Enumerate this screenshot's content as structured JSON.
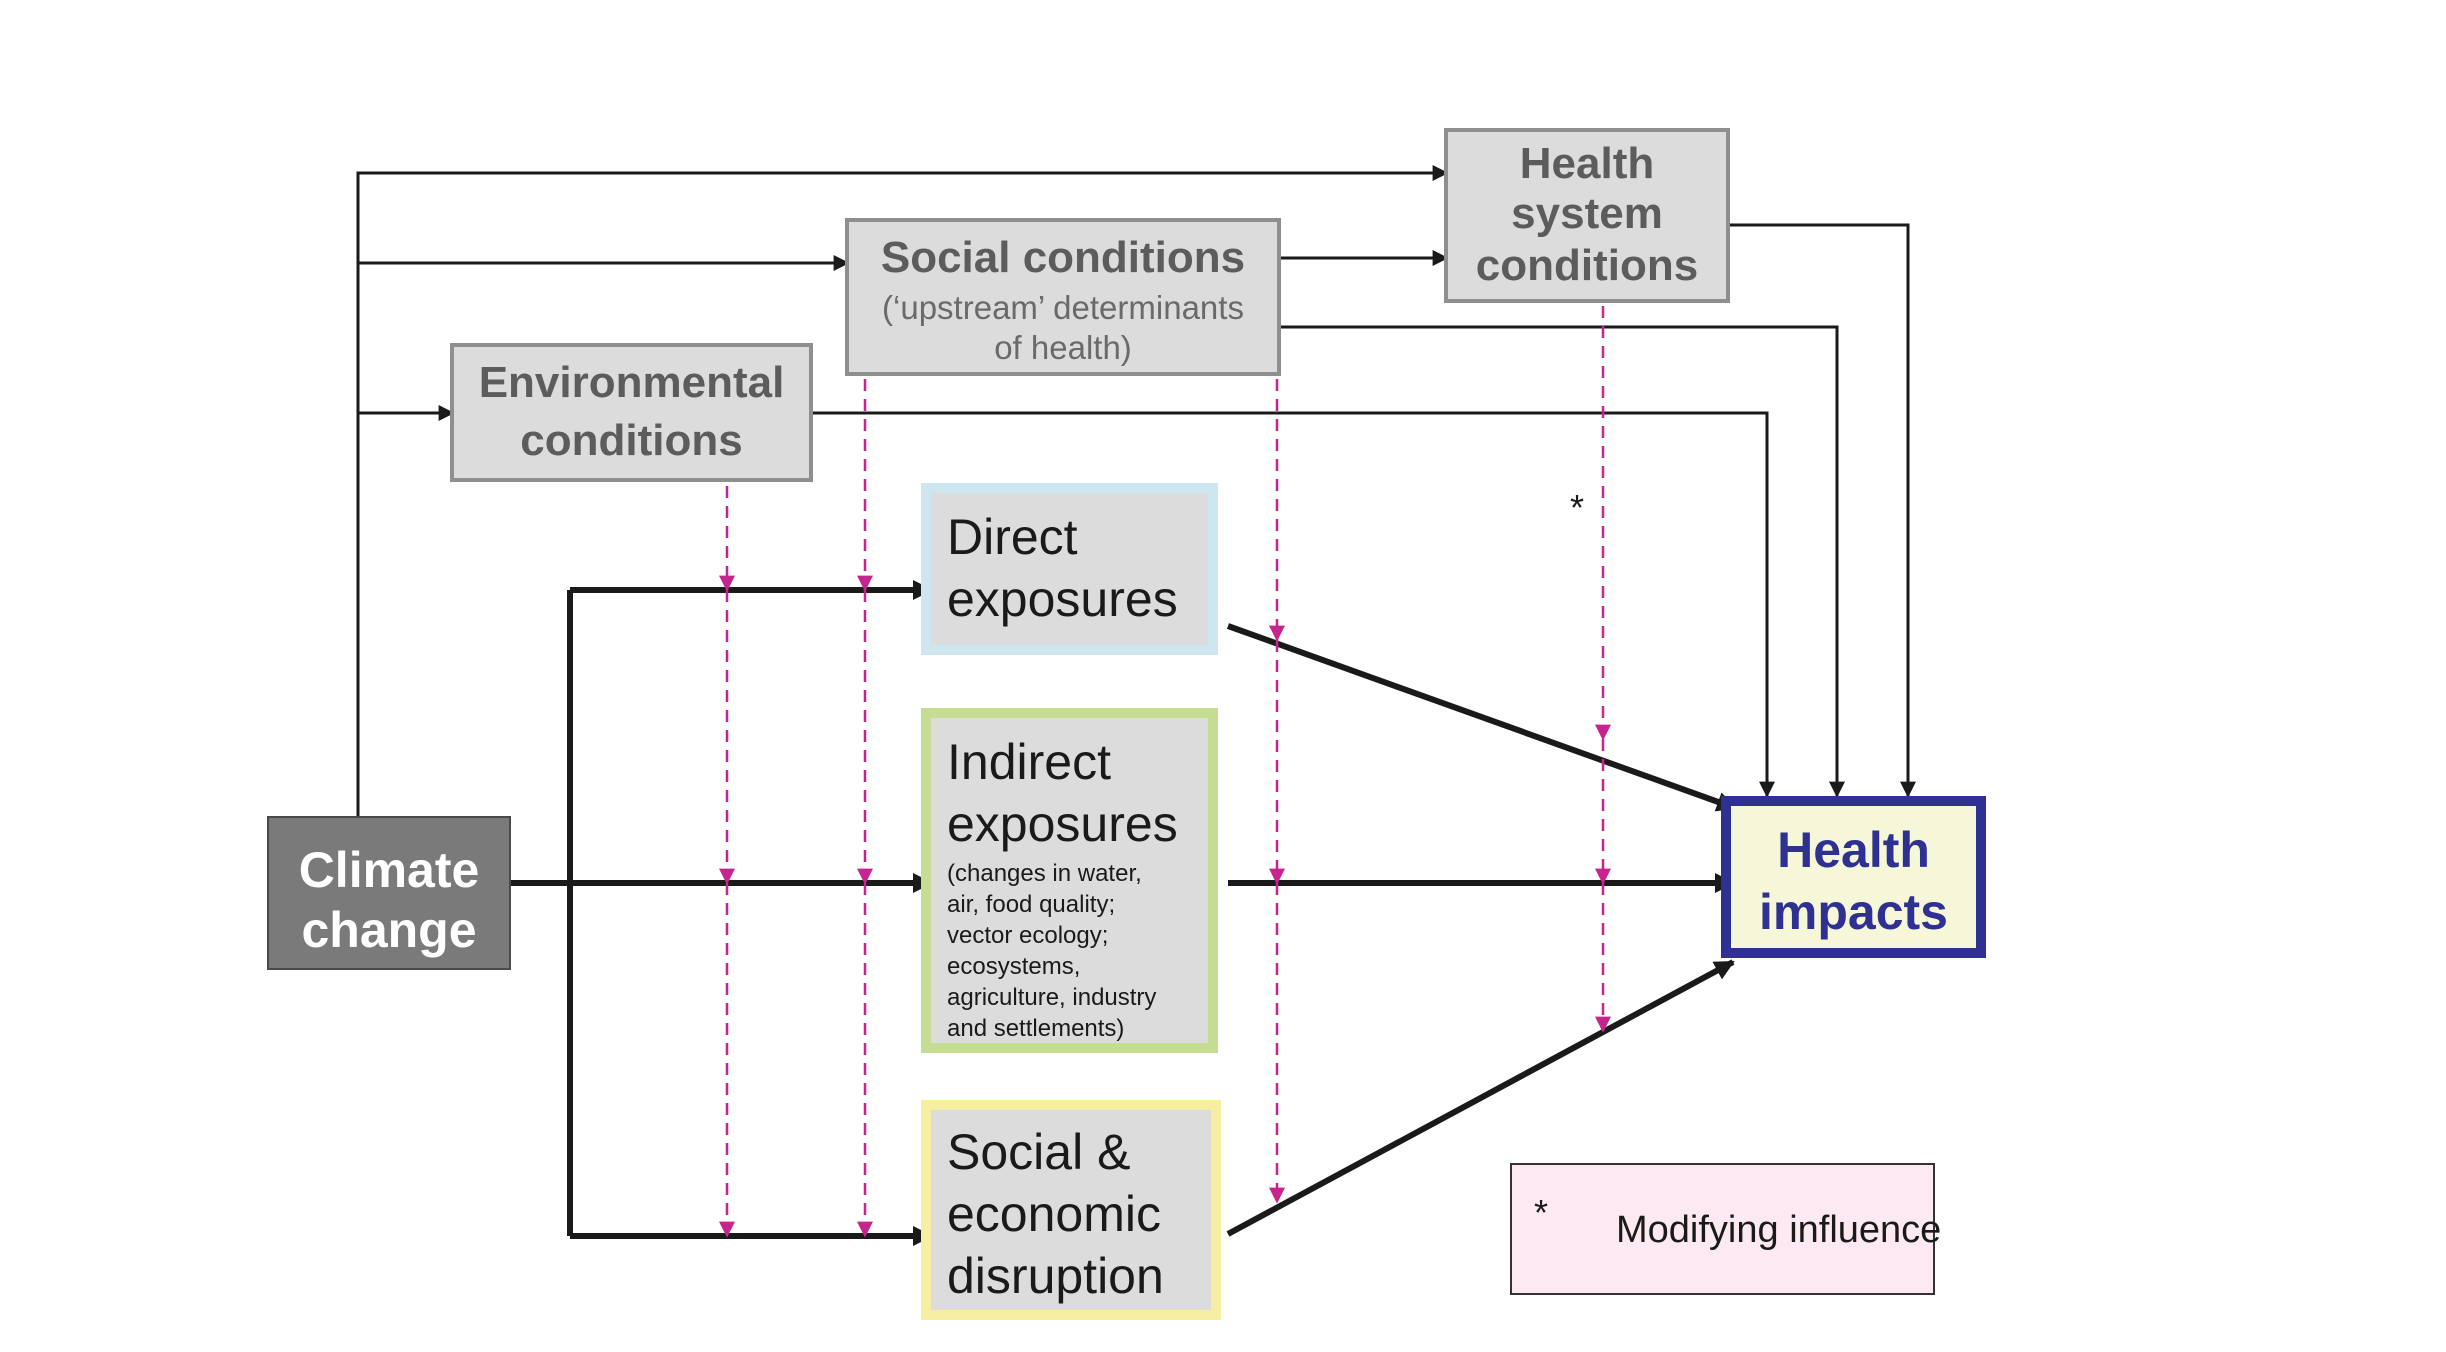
{
  "colors": {
    "climate_fill": "#7a7a7a",
    "condition_fill": "#dcdcdd",
    "condition_text": "#5c5c5c",
    "direct_border": "#cde6ef",
    "indirect_border": "#c7dc93",
    "socecon_border": "#f6eea0",
    "health_border": "#2e3192",
    "health_fill": "#f6f6d9",
    "health_text": "#2e3192",
    "modifier_arrow": "#c7258e",
    "legend_fill": "#fde9f1"
  },
  "climate_change": {
    "line1": "Climate",
    "line2": "change"
  },
  "environmental_conditions": {
    "line1": "Environmental",
    "line2": "conditions"
  },
  "social_conditions": {
    "title": "Social conditions",
    "sub1": "(‘upstream’ determinants",
    "sub2": "of health)"
  },
  "health_system_conditions": {
    "line1": "Health",
    "line2": "system",
    "line3": "conditions"
  },
  "direct_exposures": {
    "line1": "Direct",
    "line2": "exposures"
  },
  "indirect_exposures": {
    "line1": "Indirect",
    "line2": "exposures",
    "details": [
      "(changes in water,",
      "air, food quality;",
      "vector ecology;",
      "ecosystems,",
      "agriculture, industry",
      "and settlements)"
    ]
  },
  "social_economic_disruption": {
    "line1": "Social &",
    "line2": "economic",
    "line3": "disruption"
  },
  "health_impacts": {
    "line1": "Health",
    "line2": "impacts"
  },
  "asterisk": "*",
  "legend": {
    "symbol": "*",
    "label": "Modifying influence"
  }
}
